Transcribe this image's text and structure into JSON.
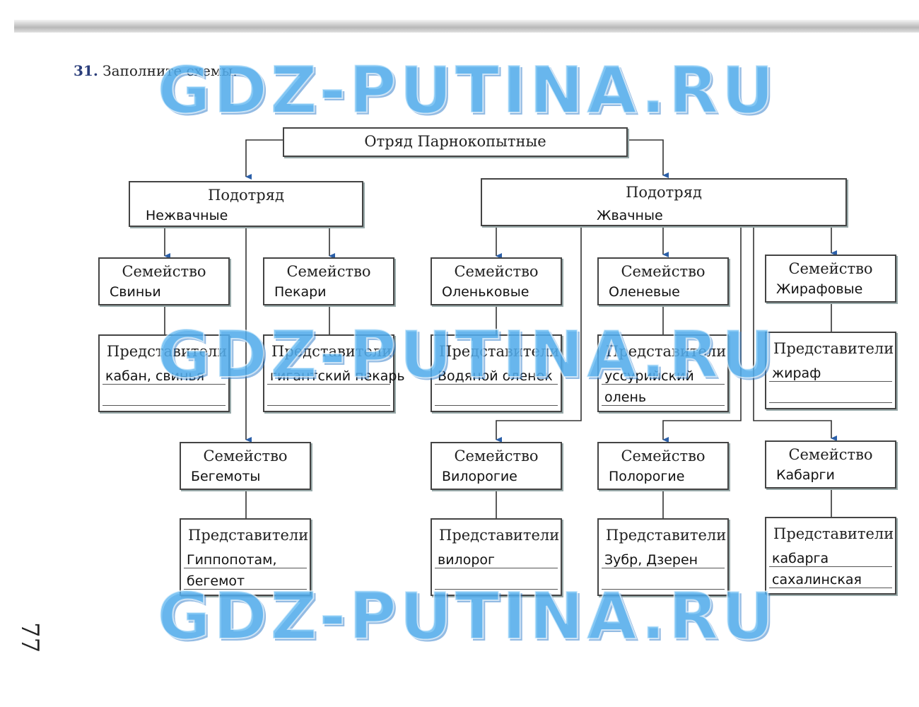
{
  "task": {
    "number": "31.",
    "text": "Заполните схемы."
  },
  "page_number": "77",
  "watermark": "GDZ-PUTINA.RU",
  "diagram": {
    "root": {
      "label": "Отряд Парнокопытные"
    },
    "suborder_nonruminant": {
      "label": "Подотряд",
      "answer": "Нежвачные"
    },
    "suborder_ruminant": {
      "label": "Подотряд",
      "answer": "Жвачные"
    },
    "families": [
      {
        "label": "Семейство",
        "answer": "Свиньи",
        "rep_label": "Представители",
        "rep_answer": "кабан, свинья"
      },
      {
        "label": "Семейство",
        "answer": "Пекари",
        "rep_label": "Представители",
        "rep_answer": "гигантский пекарь"
      },
      {
        "label": "Семейство",
        "answer": "Оленьковые",
        "rep_label": "Представители",
        "rep_answer": "Водяной оленек"
      },
      {
        "label": "Семейство",
        "answer": "Оленевые",
        "rep_label": "Представители",
        "rep_answer": "уссурийский\nолень"
      },
      {
        "label": "Семейство",
        "answer": "Жирафовые",
        "rep_label": "Представители",
        "rep_answer": "жираф"
      },
      {
        "label": "Семейство",
        "answer": "Бегемоты",
        "rep_label": "Представители",
        "rep_answer": "Гиппопотам,\nбегемот"
      },
      {
        "label": "Семейство",
        "answer": "Вилорогие",
        "rep_label": "Представители",
        "rep_answer": "вилорог"
      },
      {
        "label": "Семейство",
        "answer": "Полорогие",
        "rep_label": "Представители",
        "rep_answer": "Зубр, Дзерен"
      },
      {
        "label": "Семейство",
        "answer": "Кабарги",
        "rep_label": "Представители",
        "rep_answer": "кабарга\nсахалинская"
      }
    ]
  }
}
